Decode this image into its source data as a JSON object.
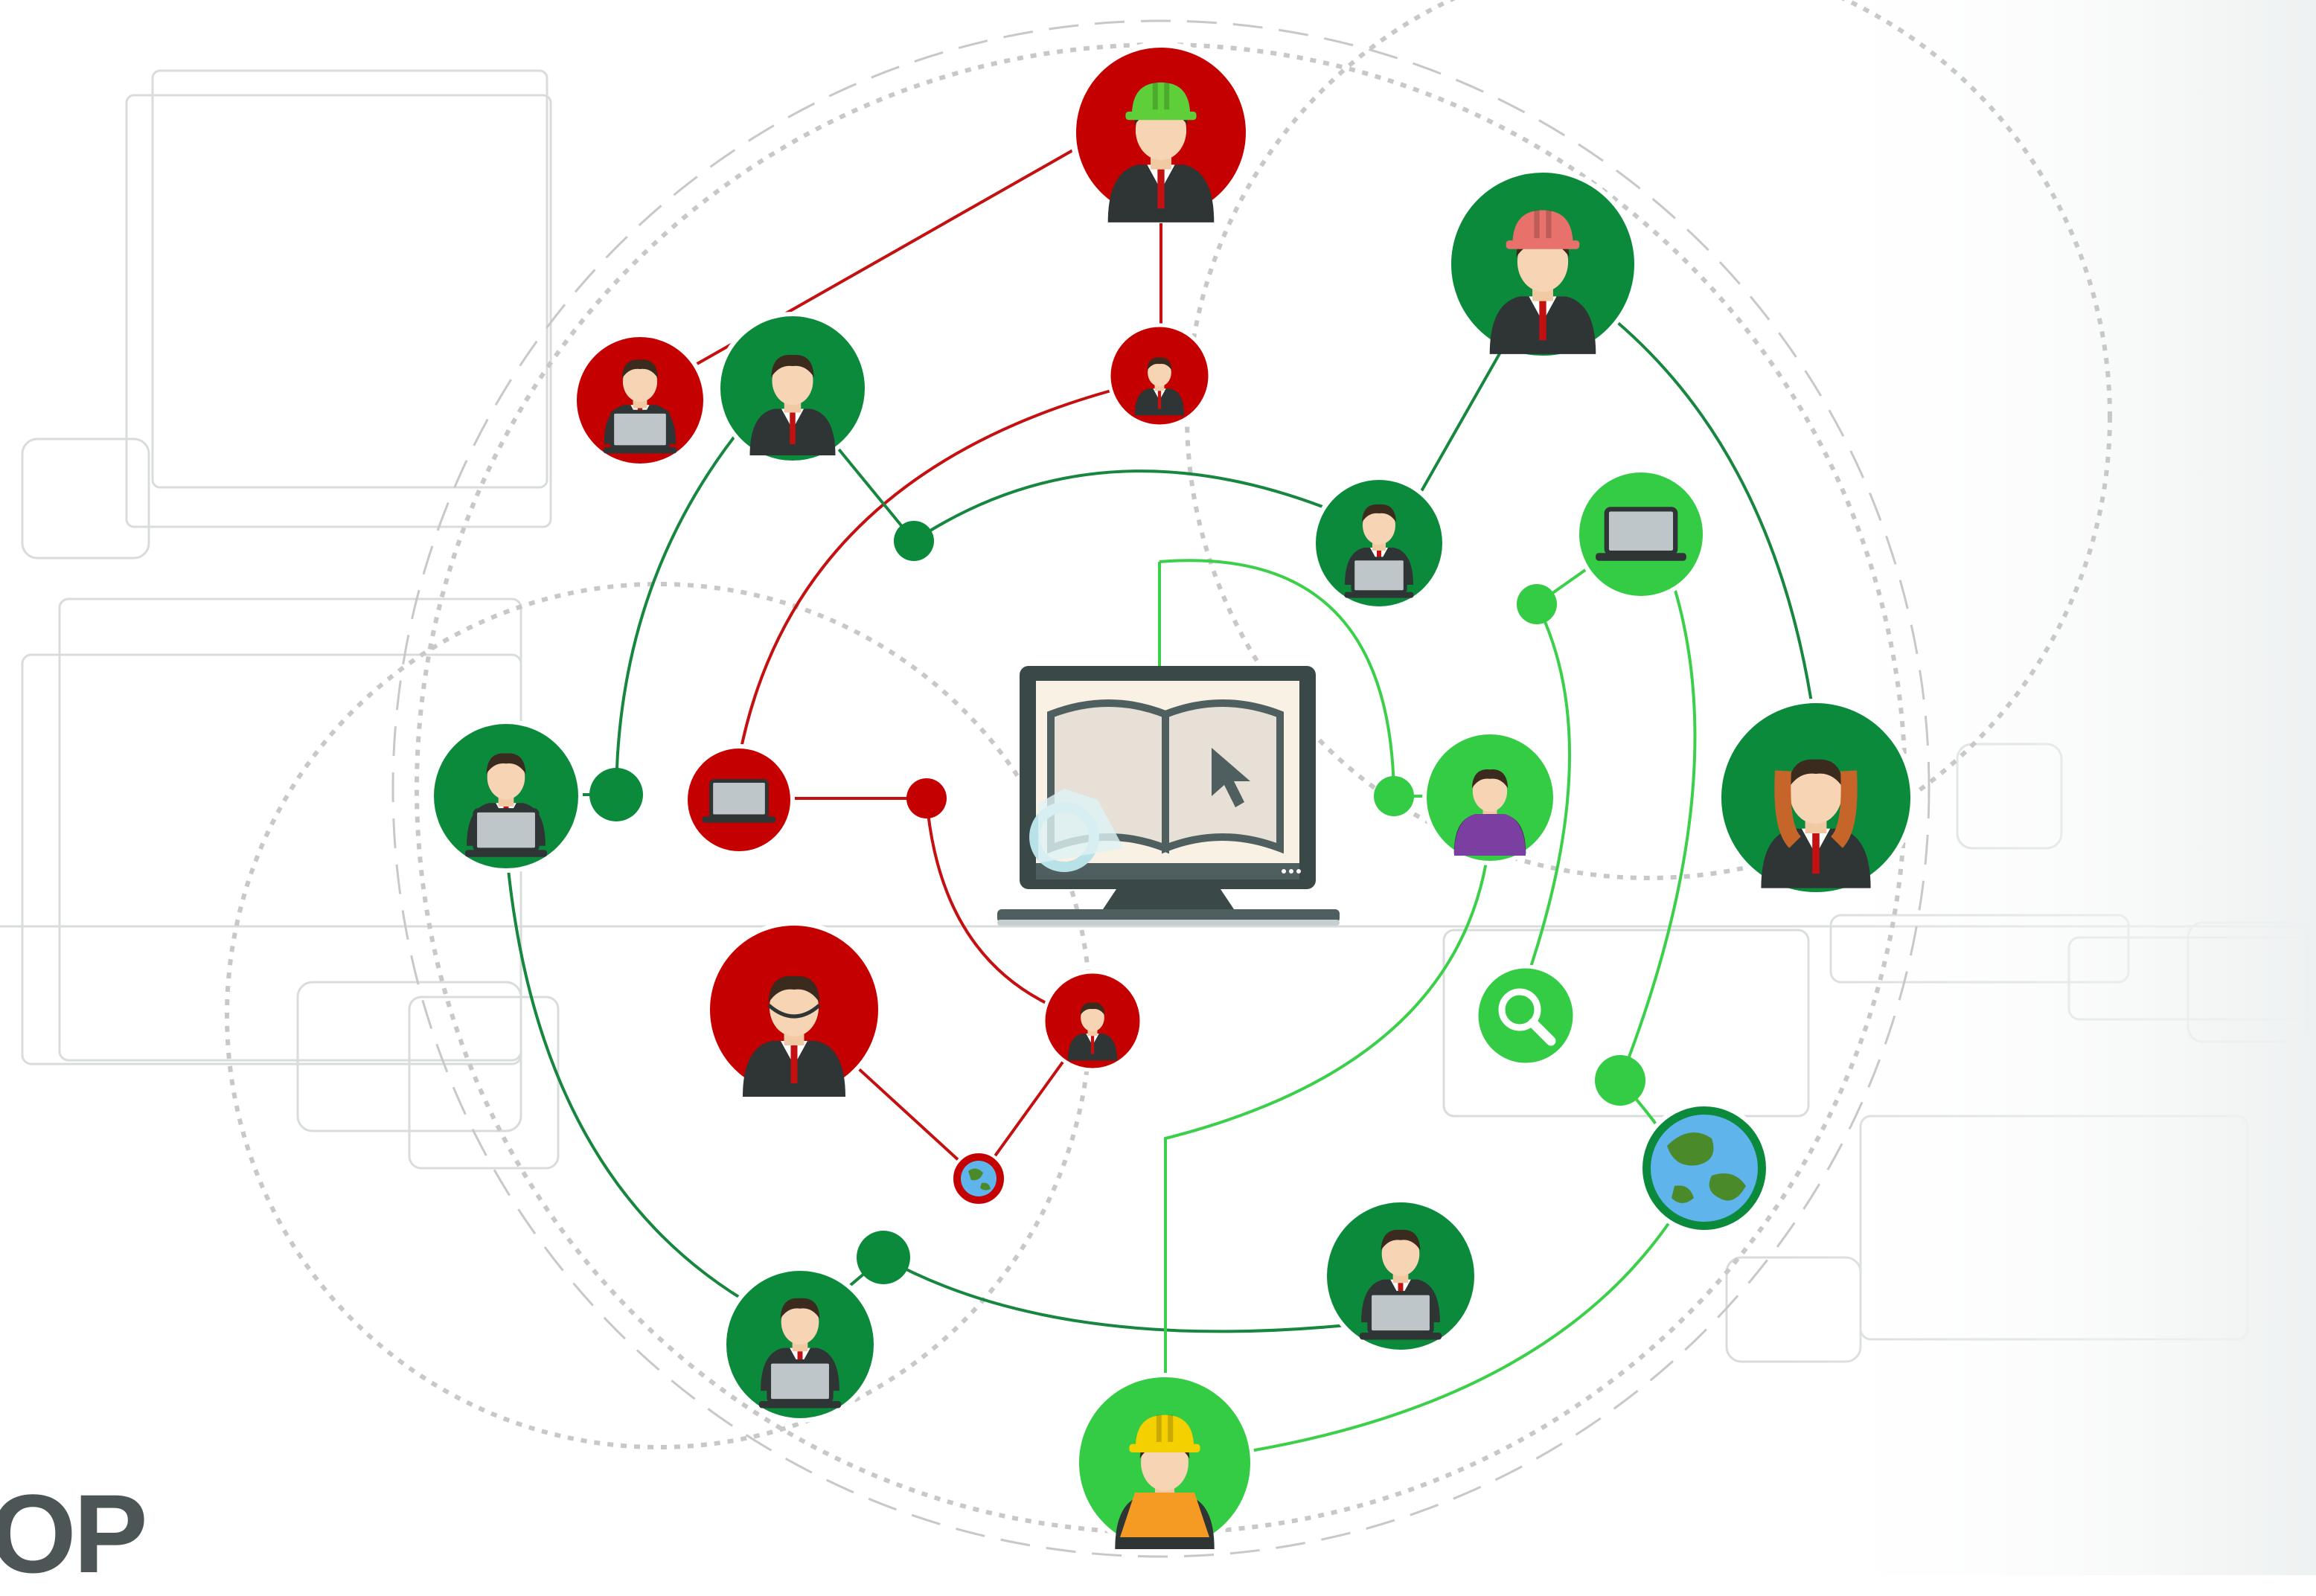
{
  "corner_text": "OP",
  "colors": {
    "red": "#c40000",
    "dark_green": "#0b8a3c",
    "light_green": "#33cc44",
    "red_line": "#c41010",
    "dark_green_line": "#17873f",
    "light_green_line": "#3ccf4a",
    "guide_gray": "#c8c8c8",
    "backdrop_gray": "#d8dcdc",
    "monitor": "#3a4848",
    "corner_text": "#4c5656"
  },
  "center_node": {
    "icon": "monitor-open-book-cursor-gear-icon"
  },
  "nodes": [
    {
      "id": "n1",
      "kind": "person",
      "color": "red",
      "icon": "engineer-hardhat-icon"
    },
    {
      "id": "n2",
      "kind": "person",
      "color": "red",
      "icon": "person-laptop-icon"
    },
    {
      "id": "n3",
      "kind": "person",
      "color": "dark_green",
      "icon": "businessman-icon"
    },
    {
      "id": "n4",
      "kind": "person",
      "color": "red",
      "icon": "person-icon"
    },
    {
      "id": "n5",
      "kind": "person",
      "color": "dark_green",
      "icon": "woman-hardhat-icon"
    },
    {
      "id": "n6",
      "kind": "person",
      "color": "dark_green",
      "icon": "woman-laptop-icon"
    },
    {
      "id": "n7",
      "kind": "device",
      "color": "light_green",
      "icon": "laptop-icon"
    },
    {
      "id": "n8",
      "kind": "person",
      "color": "dark_green",
      "icon": "man-laptop-icon"
    },
    {
      "id": "n9",
      "kind": "device",
      "color": "red",
      "icon": "laptop-icon"
    },
    {
      "id": "n10",
      "kind": "person",
      "color": "light_green",
      "icon": "businesswoman-icon"
    },
    {
      "id": "n11",
      "kind": "person",
      "color": "dark_green",
      "icon": "businesswoman-icon"
    },
    {
      "id": "n12",
      "kind": "person",
      "color": "red",
      "icon": "man-headset-icon"
    },
    {
      "id": "n13",
      "kind": "person",
      "color": "red",
      "icon": "person-icon"
    },
    {
      "id": "n14",
      "kind": "device",
      "color": "light_green",
      "icon": "magnifier-icon"
    },
    {
      "id": "n15",
      "kind": "device",
      "color": "red",
      "icon": "globe-icon"
    },
    {
      "id": "n16",
      "kind": "device",
      "color": "dark_green",
      "icon": "globe-icon"
    },
    {
      "id": "n17",
      "kind": "person",
      "color": "dark_green",
      "icon": "woman-laptop-icon"
    },
    {
      "id": "n18",
      "kind": "person",
      "color": "dark_green",
      "icon": "man-laptop-icon"
    },
    {
      "id": "n19",
      "kind": "person",
      "color": "light_green",
      "icon": "worker-hardhat-headset-icon"
    }
  ],
  "connections": [
    {
      "color": "red",
      "from": "n1",
      "to": "n2"
    },
    {
      "color": "red",
      "from": "n1",
      "to": "n4"
    },
    {
      "color": "red",
      "from": "n4",
      "to": "n9"
    },
    {
      "color": "red",
      "from": "n9",
      "to": "j_red"
    },
    {
      "color": "red",
      "from": "j_red",
      "to": "n13"
    },
    {
      "color": "red",
      "from": "n13",
      "to": "n15"
    },
    {
      "color": "red",
      "from": "n15",
      "to": "n12"
    },
    {
      "color": "dark_green",
      "from": "n3",
      "to": "j1"
    },
    {
      "color": "dark_green",
      "from": "j1",
      "to": "n6"
    },
    {
      "color": "dark_green",
      "from": "n6",
      "to": "n5"
    },
    {
      "color": "dark_green",
      "from": "n5",
      "to": "n11"
    },
    {
      "color": "dark_green",
      "from": "n3",
      "to": "n8"
    },
    {
      "color": "dark_green",
      "from": "n8",
      "to": "j2"
    },
    {
      "color": "dark_green",
      "from": "n8",
      "to": "n18"
    },
    {
      "color": "dark_green",
      "from": "n18",
      "to": "j3"
    },
    {
      "color": "dark_green",
      "from": "j3",
      "to": "n17"
    },
    {
      "color": "light_green",
      "from": "center",
      "to": "j4"
    },
    {
      "color": "light_green",
      "from": "j4",
      "to": "n10"
    },
    {
      "color": "light_green",
      "from": "n10",
      "to": "n19"
    },
    {
      "color": "light_green",
      "from": "j5",
      "to": "n7"
    },
    {
      "color": "light_green",
      "from": "j5",
      "to": "n14"
    },
    {
      "color": "light_green",
      "from": "n7",
      "to": "j6"
    },
    {
      "color": "light_green",
      "from": "j6",
      "to": "n16"
    },
    {
      "color": "light_green",
      "from": "n16",
      "to": "n19"
    }
  ]
}
